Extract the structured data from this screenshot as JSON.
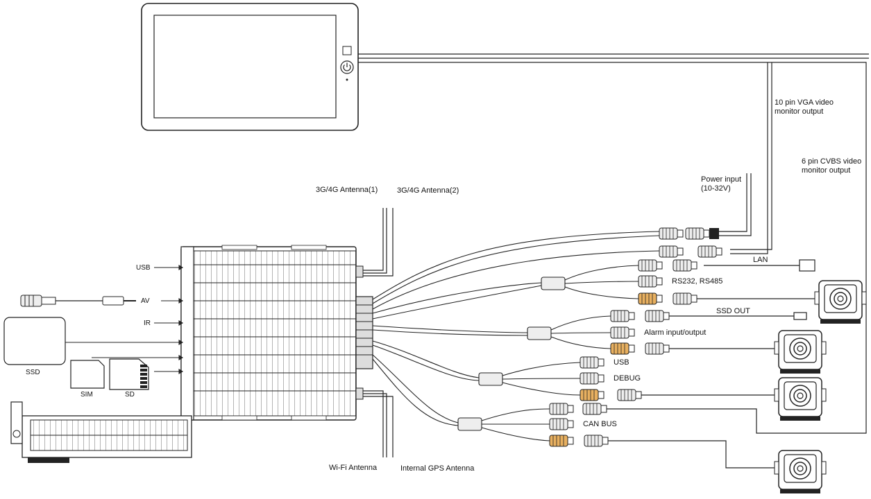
{
  "labels": {
    "vga_output": "10 pin VGA video\nmonitor output",
    "cvbs_output": "6 pin CVBS video\nmonitor output",
    "power_input": "Power input\n(10-32V)",
    "antenna_4g_1": "3G/4G Antenna(1)",
    "antenna_4g_2": "3G/4G Antenna(2)",
    "lan": "LAN",
    "rs232_rs485": "RS232, RS485",
    "ssd_out": "SSD OUT",
    "alarm_io": "Alarm input/output",
    "usb_cable": "USB",
    "debug": "DEBUG",
    "can_bus": "CAN BUS",
    "wifi_antenna": "Wi-Fi Antenna",
    "gps_antenna": "Internal GPS Antenna",
    "front_usb": "USB",
    "front_av": "AV",
    "front_ir": "IR",
    "ssd": "SSD",
    "sim": "SIM",
    "sd": "SD"
  },
  "colors": {
    "line": "#222222",
    "connector_fill": "#e6e6e6",
    "camera_connector": "#e8b060",
    "background": "#ffffff"
  }
}
